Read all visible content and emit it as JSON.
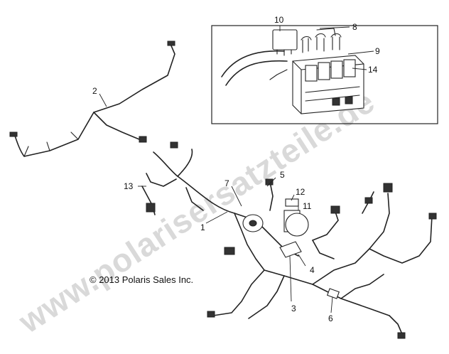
{
  "watermark": "www.polarisersatzteile.de",
  "copyright": "© 2013 Polaris Sales Inc.",
  "callouts": {
    "c1": "1",
    "c2": "2",
    "c3": "3",
    "c4": "4",
    "c5": "5",
    "c6": "6",
    "c7": "7",
    "c8": "8",
    "c9": "9",
    "c10": "10",
    "c11": "11",
    "c12": "12",
    "c13": "13",
    "c14": "14"
  }
}
